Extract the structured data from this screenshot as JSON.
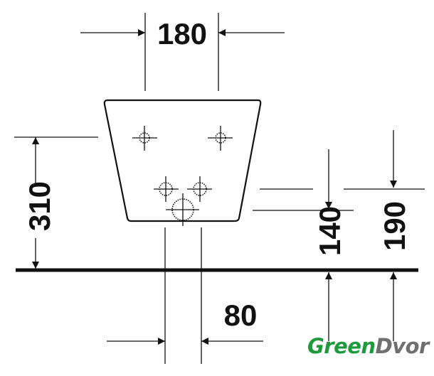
{
  "dimensions": {
    "width_top": "180",
    "height_left": "310",
    "height_140": "140",
    "height_190": "190",
    "width_bottom": "80"
  },
  "logo": {
    "part1": "Green",
    "part2": "Dvor",
    "colors": {
      "green": "#1e9a3c",
      "gray": "#6f6f6f"
    }
  }
}
